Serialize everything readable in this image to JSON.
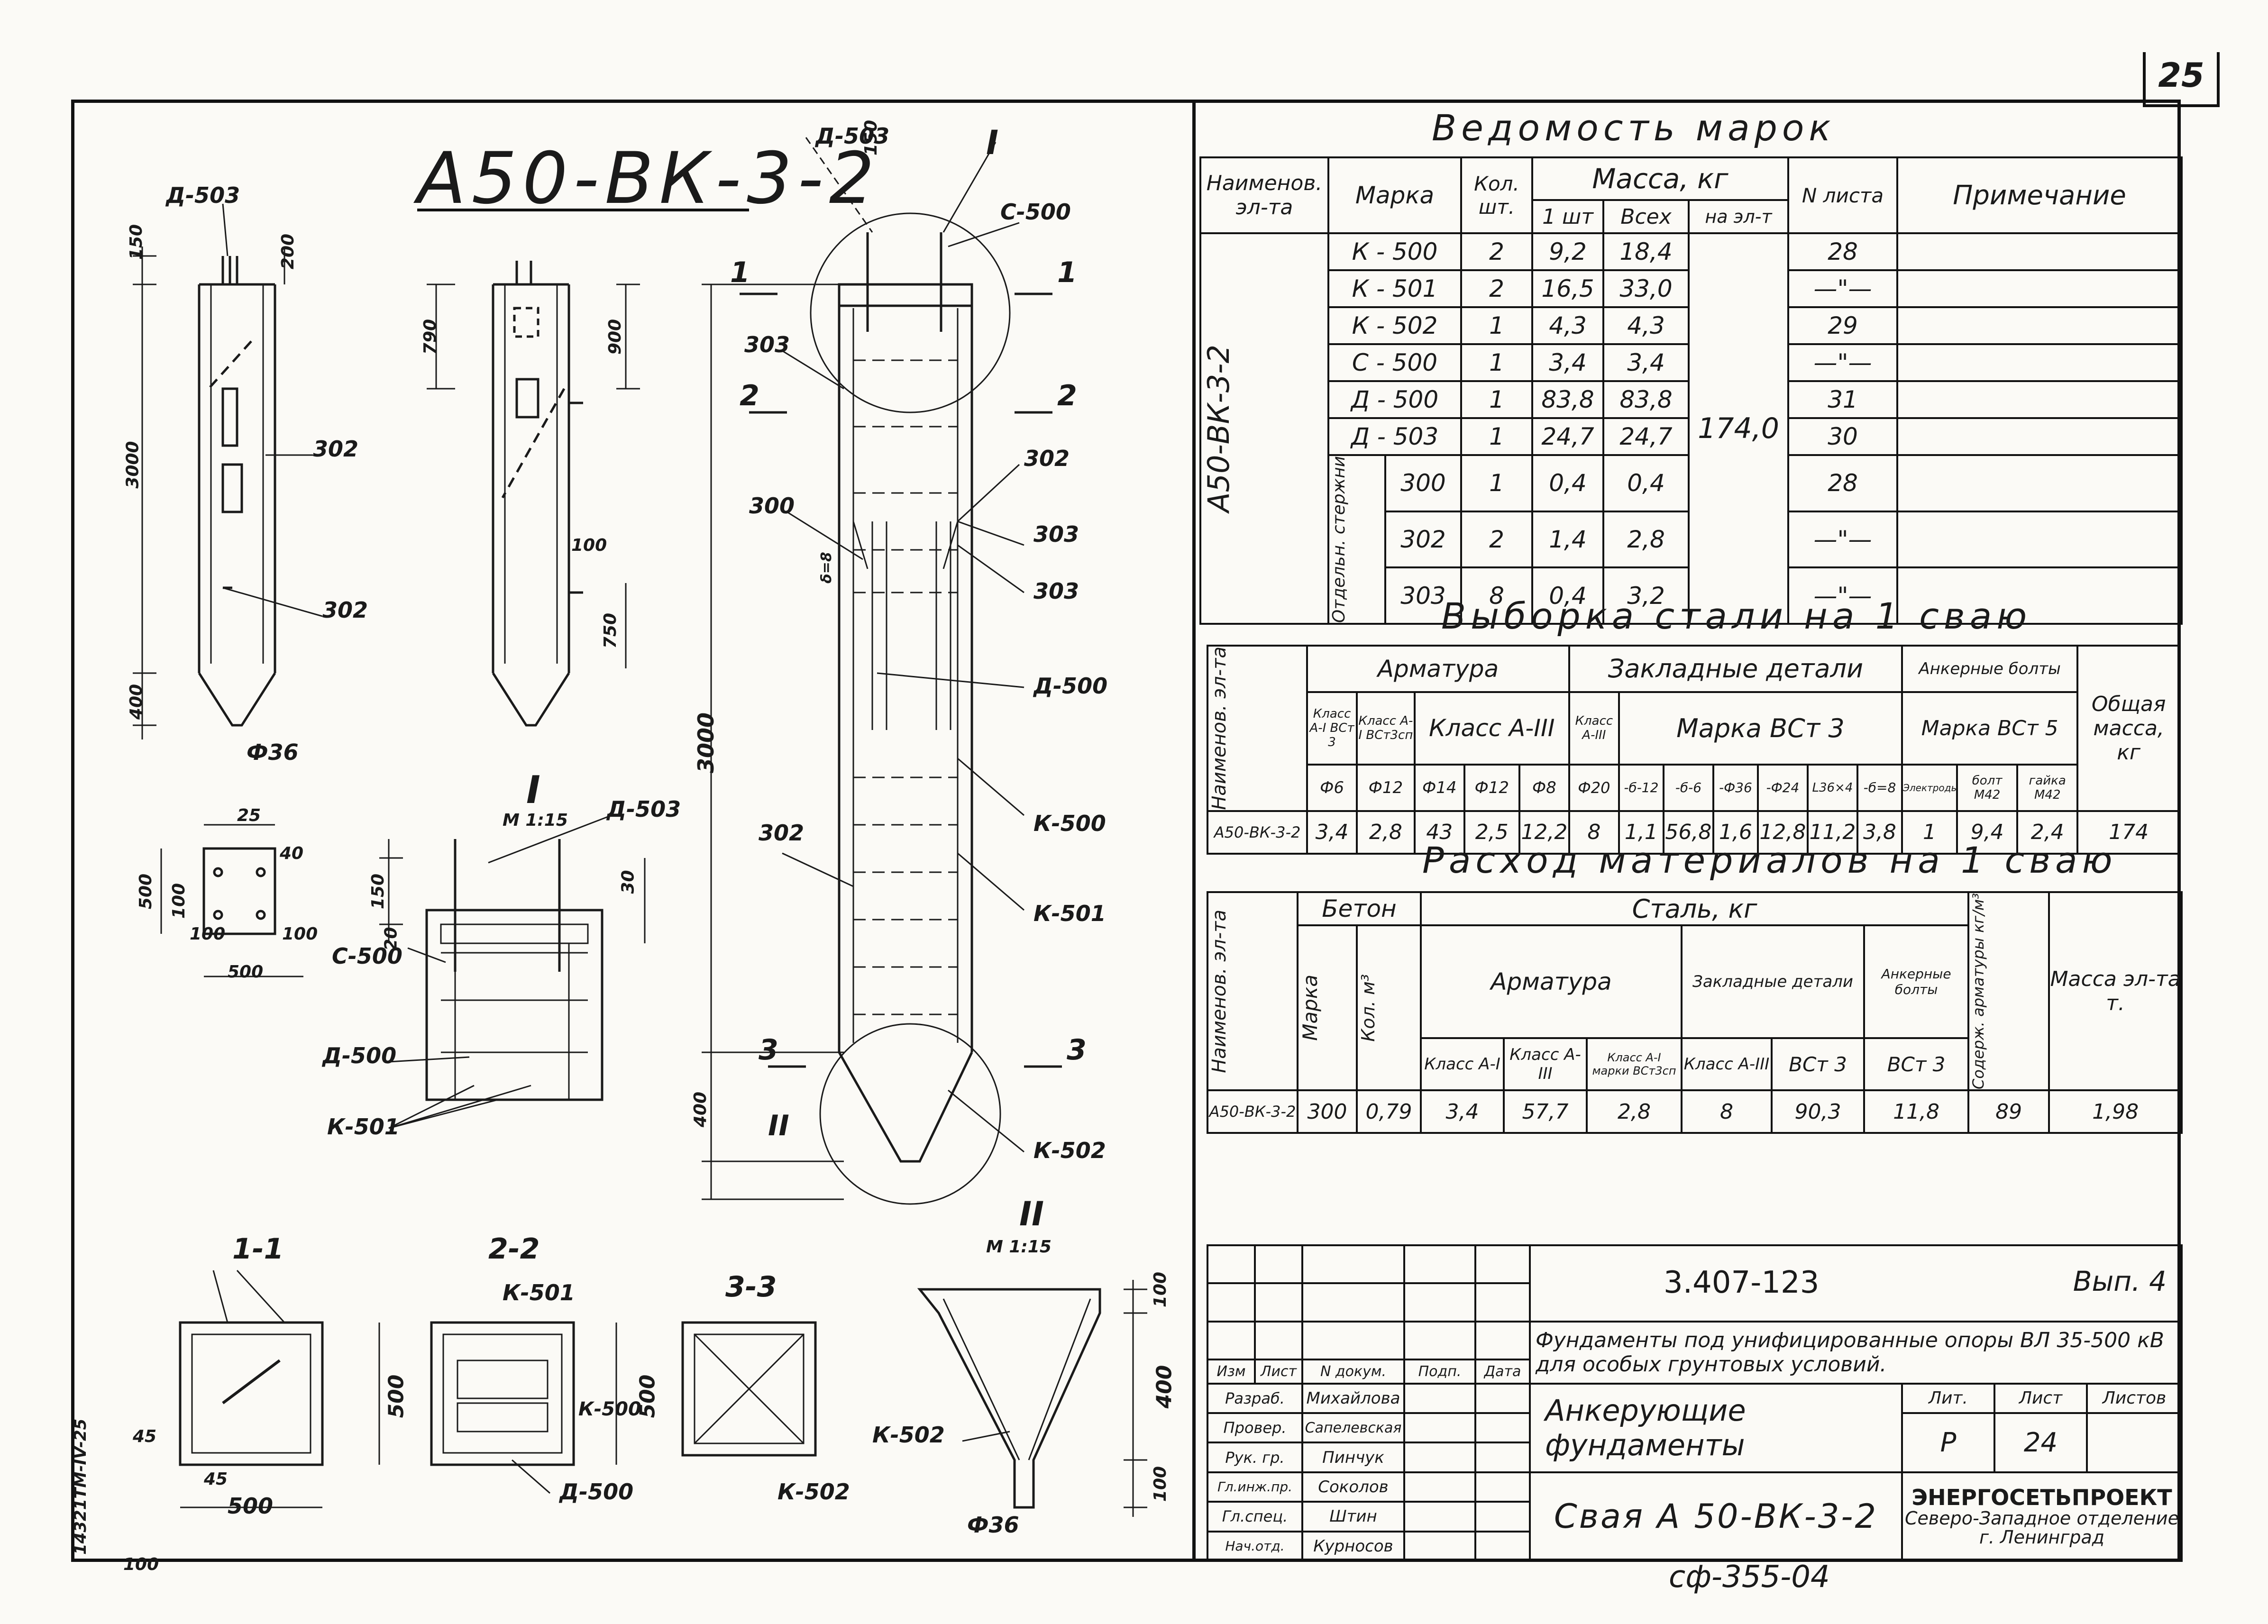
{
  "page_number": "25",
  "drawing_title": "А50-ВК-3-2",
  "vertical_stamp": "14321ТМ-IV-25",
  "bottom_code": "сф-355-04",
  "marks": [
    "Д-503",
    "Д-503",
    "I",
    "С-500",
    "303",
    "300",
    "302",
    "303",
    "303",
    "Д-500",
    "К-500",
    "К-501",
    "302",
    "К-502",
    "II",
    "302",
    "302",
    "Д-503",
    "С-500",
    "Д-500",
    "К-501",
    "К-501",
    "К-500",
    "Д-500",
    "К-502",
    "К-502",
    "Ф36",
    "Ф36"
  ],
  "dims": [
    "150",
    "200",
    "790",
    "900",
    "3000",
    "3000",
    "100",
    "750",
    "400",
    "400",
    "150",
    "20",
    "30",
    "25",
    "500",
    "500",
    "500",
    "100",
    "100",
    "100",
    "100",
    "150",
    "40",
    "45",
    "45",
    "500",
    "500",
    "400",
    "100",
    "100",
    "δ=8"
  ],
  "sections": {
    "s1": "1-1",
    "s2": "2-2",
    "s3": "3-3",
    "sI": "I",
    "sI_scale": "М 1:15",
    "sII": "II",
    "sII_scale": "М 1:15",
    "cut1": "1",
    "cut2": "2",
    "cut3": "3"
  },
  "vedomost": {
    "title": "Ведомость марок",
    "headers": {
      "name": "Наименов. эл-та",
      "marka": "Марка",
      "kol": "Кол. шт.",
      "massa": "Масса, кг",
      "m1": "1 шт",
      "mall": "Всех",
      "mel": "на эл-т",
      "list": "N листа",
      "prim": "Примечание"
    },
    "element": "А50-ВК-3-2",
    "group": "Отдельн. стержни",
    "total": "174,0",
    "rows": [
      {
        "marka": "К - 500",
        "kol": "2",
        "m1": "9,2",
        "mall": "18,4",
        "list": "28"
      },
      {
        "marka": "К - 501",
        "kol": "2",
        "m1": "16,5",
        "mall": "33,0",
        "list": "—\"—"
      },
      {
        "marka": "К - 502",
        "kol": "1",
        "m1": "4,3",
        "mall": "4,3",
        "list": "29"
      },
      {
        "marka": "С - 500",
        "kol": "1",
        "m1": "3,4",
        "mall": "3,4",
        "list": "—\"—"
      },
      {
        "marka": "Д - 500",
        "kol": "1",
        "m1": "83,8",
        "mall": "83,8",
        "list": "31"
      },
      {
        "marka": "Д - 503",
        "kol": "1",
        "m1": "24,7",
        "mall": "24,7",
        "list": "30"
      },
      {
        "marka": "300",
        "kol": "1",
        "m1": "0,4",
        "mall": "0,4",
        "list": "28"
      },
      {
        "marka": "302",
        "kol": "2",
        "m1": "1,4",
        "mall": "2,8",
        "list": "—\"—"
      },
      {
        "marka": "303",
        "kol": "8",
        "m1": "0,4",
        "mall": "3,2",
        "list": "—\"—"
      }
    ]
  },
  "vyborka": {
    "title": "Выборка стали на 1 сваю",
    "name": "Наименов. эл-та",
    "armatura": "Арматура",
    "klassAI1": "Класс А-I ВСт 3",
    "klassAI2": "Класс А-I ВСт3сп",
    "klassAIII": "Класс А-III",
    "zaklad": "Закладные детали",
    "klassAIII2": "Класс А-III",
    "markaVSt3": "Марка ВСт 3",
    "ankern": "Анкерные болты",
    "markaVSt5": "Марка ВСт 5",
    "total_h": "Общая масса, кг",
    "sub": [
      "Ф6",
      "Ф12",
      "Ф14",
      "Ф12",
      "Ф8",
      "Ф20",
      "-б-12",
      "-б-6",
      "-Ф36",
      "-Ф24",
      "L36×4",
      "-б=8",
      "Электроды",
      "болт М42",
      "гайка М42"
    ],
    "row": [
      "А50-ВК-3-2",
      "3,4",
      "2,8",
      "43",
      "2,5",
      "12,2",
      "8",
      "1,1",
      "56,8",
      "1,6",
      "12,8",
      "11,2",
      "3,8",
      "1",
      "9,4",
      "2,4",
      "174"
    ]
  },
  "rashod": {
    "title": "Расход материалов на 1 сваю",
    "name": "Наименов. эл-та",
    "beton": "Бетон",
    "marka": "Марка",
    "kol": "Кол. м³",
    "stal": "Сталь, кг",
    "armatura": "Арматура",
    "klassAI": "Класс А-I",
    "klassAIII": "Класс А-III",
    "klassAI2": "Класс А-I марки ВСт3сп",
    "zaklad": "Закладные детали",
    "zKlass": "Класс А-III",
    "zVSt3": "ВСт 3",
    "ankern": "Анкерные болты",
    "aVSt3": "ВСт 3",
    "soder": "Содерж. арматуры кг/м³",
    "massa": "Масса эл-та т.",
    "row": [
      "А50-ВК-3-2",
      "300",
      "0,79",
      "3,4",
      "57,7",
      "2,8",
      "8",
      "90,3",
      "11,8",
      "89",
      "1,98"
    ]
  },
  "stamp": {
    "code": "3.407-123",
    "vyp": "Вып. 4",
    "desc": "Фундаменты под унифицированные опоры ВЛ 35-500 кВ для особых грунтовых условий.",
    "cols": [
      "Изм",
      "Лист",
      "N докум.",
      "Подп.",
      "Дата"
    ],
    "people": [
      {
        "role": "Разраб.",
        "name": "Михайлова"
      },
      {
        "role": "Провер.",
        "name": "Сапелевская"
      },
      {
        "role": "Рук. гр.",
        "name": "Пинчук"
      },
      {
        "role": "Гл.инж.пр.",
        "name": "Соколов"
      },
      {
        "role": "Гл.спец.",
        "name": "Штин"
      },
      {
        "role": "Нач.отд.",
        "name": "Курносов"
      }
    ],
    "name1": "Анкерующие",
    "name2": "фундаменты",
    "lit_h": "Лит.",
    "list_h": "Лист",
    "listov_h": "Листов",
    "lit": "Р",
    "list": "24",
    "listov": "",
    "part": "Свая А 50-ВК-3-2",
    "org1": "ЭНЕРГОСЕТЬПРОЕКТ",
    "org2": "Северо-Западное отделение",
    "org3": "г. Ленинград"
  }
}
